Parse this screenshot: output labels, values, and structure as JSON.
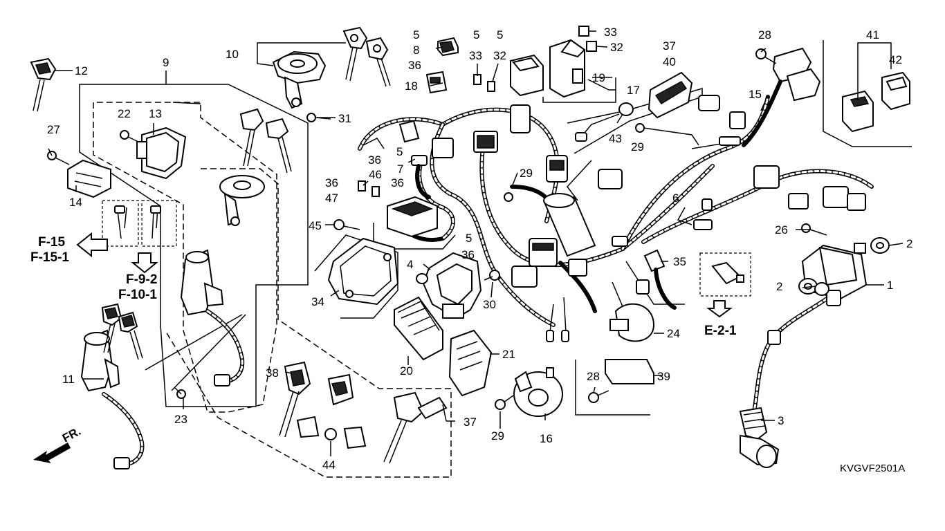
{
  "diagram": {
    "code": "KVGVF2501A",
    "front_label": "FR.",
    "refs": {
      "f15": "F-15",
      "f15_1": "F-15-1",
      "f9_2": "F-9-2",
      "f10_1": "F-10-1",
      "e2_1": "E-2-1"
    },
    "callouts": {
      "c1": "1",
      "c2a": "2",
      "c2b": "2",
      "c3": "3",
      "c4": "4",
      "c5a": "5",
      "c5b": "5",
      "c5c": "5",
      "c5d": "5",
      "c5e": "5",
      "c6": "6",
      "c7": "7",
      "c8": "8",
      "c9": "9",
      "c10": "10",
      "c11": "11",
      "c12": "12",
      "c13": "13",
      "c14": "14",
      "c15": "15",
      "c16": "16",
      "c17": "17",
      "c18": "18",
      "c19": "19",
      "c20": "20",
      "c21": "21",
      "c22": "22",
      "c23": "23",
      "c24": "24",
      "c26": "26",
      "c27": "27",
      "c28a": "28",
      "c28b": "28",
      "c29a": "29",
      "c29b": "29",
      "c29c": "29",
      "c30": "30",
      "c31": "31",
      "c32a": "32",
      "c32b": "32",
      "c33a": "33",
      "c33b": "33",
      "c34": "34",
      "c35": "35",
      "c36a": "36",
      "c36b": "36",
      "c36c": "36",
      "c36d": "36",
      "c36e": "36",
      "c37a": "37",
      "c37b": "37",
      "c38": "38",
      "c39": "39",
      "c40": "40",
      "c41": "41",
      "c42": "42",
      "c43": "43",
      "c44": "44",
      "c45": "45",
      "c46": "46",
      "c47": "47"
    }
  }
}
